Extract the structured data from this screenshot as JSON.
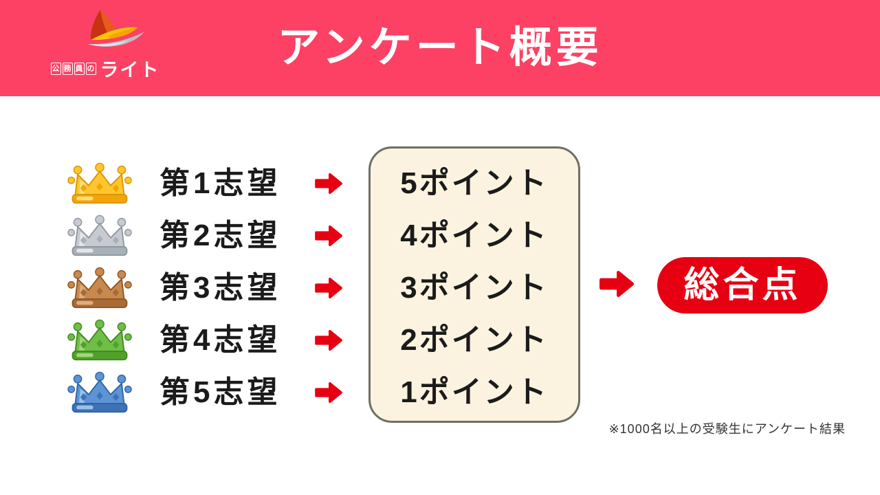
{
  "header": {
    "title": "アンケート概要",
    "bg_color": "#FC4164",
    "logo": {
      "boxed_chars": [
        "公",
        "務",
        "員",
        "の"
      ],
      "main_text": "ライト"
    }
  },
  "rows": [
    {
      "rank_label": "第1志望",
      "point_label": "5ポイント",
      "crown": "gold-crown",
      "crown_colors": {
        "main": "#FFC62E",
        "light": "#FFE48A",
        "band": "#F2A50A",
        "line": "#DB9400"
      }
    },
    {
      "rank_label": "第2志望",
      "point_label": "4ポイント",
      "crown": "silver-crown",
      "crown_colors": {
        "main": "#C7CBD1",
        "light": "#E9EBED",
        "band": "#A9B0B7",
        "line": "#8E979E"
      }
    },
    {
      "rank_label": "第3志望",
      "point_label": "3ポイント",
      "crown": "bronze-crown",
      "crown_colors": {
        "main": "#C8894F",
        "light": "#E2B488",
        "band": "#A96B35",
        "line": "#8E5524"
      }
    },
    {
      "rank_label": "第4志望",
      "point_label": "2ポイント",
      "crown": "green-crown",
      "crown_colors": {
        "main": "#6FBE48",
        "light": "#A8DB85",
        "band": "#52A02B",
        "line": "#3F8A1C"
      }
    },
    {
      "rank_label": "第5志望",
      "point_label": "1ポイント",
      "crown": "blue-crown",
      "crown_colors": {
        "main": "#5C95D6",
        "light": "#A6C9EC",
        "band": "#3E72B4",
        "line": "#2F62A4"
      }
    }
  ],
  "points_box": {
    "bg_color": "#FBF3DF",
    "border_color": "#6E6E64"
  },
  "result": {
    "label": "総合点",
    "bg_color": "#E60012"
  },
  "arrow_color": "#E60012",
  "footnote": "※1000名以上の受験生にアンケート結果"
}
